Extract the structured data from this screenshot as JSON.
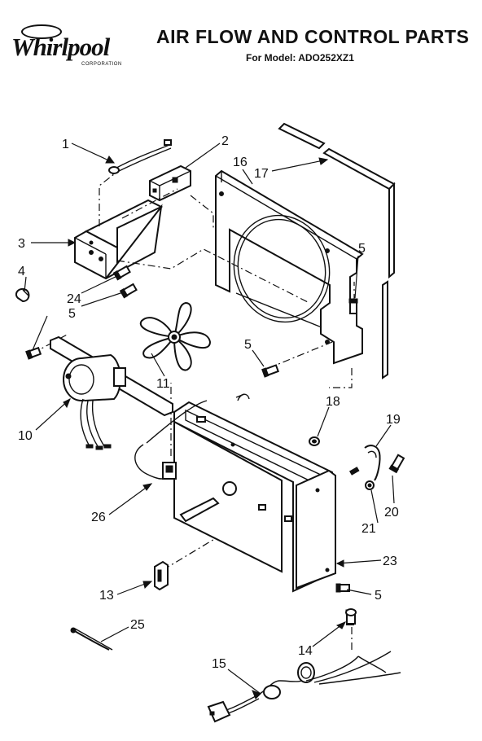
{
  "header": {
    "brand": "Whirlpool",
    "brand_sub": "CORPORATION",
    "title": "AIR FLOW AND CONTROL PARTS",
    "model_line": "For Model: ADO252XZ1"
  },
  "callouts": [
    "1",
    "2",
    "3",
    "4",
    "5",
    "5",
    "5",
    "5",
    "10",
    "11",
    "13",
    "14",
    "15",
    "16",
    "17",
    "18",
    "19",
    "20",
    "21",
    "23",
    "24",
    "25",
    "26"
  ]
}
